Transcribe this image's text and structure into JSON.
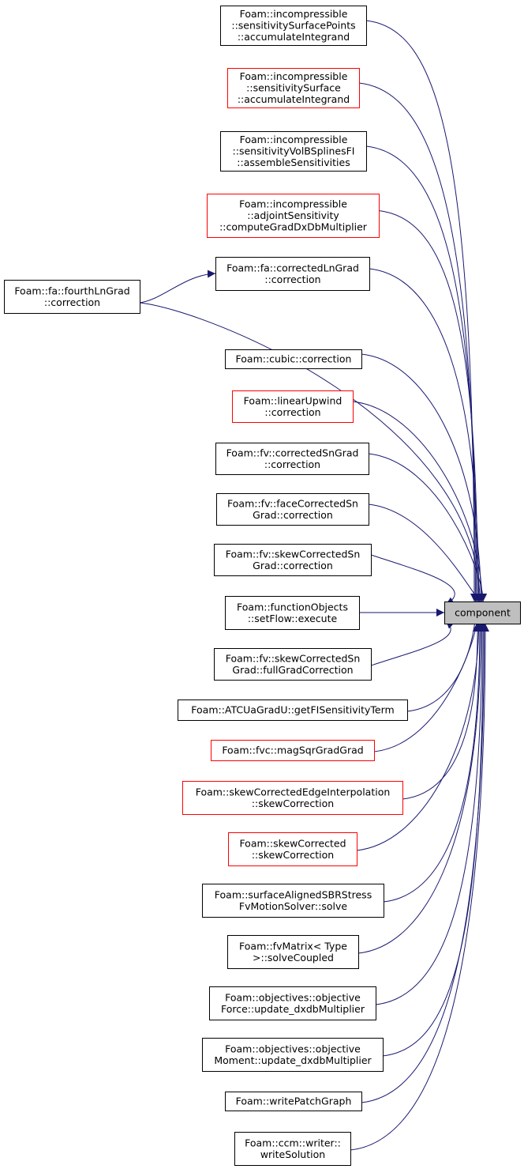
{
  "diagram": {
    "colors": {
      "edge": "#191970",
      "border_normal": "#000000",
      "border_truncated": "#ff0000",
      "target_fill": "#bfbfbf",
      "node_fill": "#ffffff"
    },
    "target": {
      "id": "component",
      "lines": [
        "component"
      ]
    },
    "nodes": [
      {
        "id": "n1",
        "lines": [
          "Foam::incompressible",
          "::sensitivitySurfacePoints",
          "::accumulateIntegrand"
        ],
        "truncated": false
      },
      {
        "id": "n2",
        "lines": [
          "Foam::incompressible",
          "::sensitivitySurface",
          "::accumulateIntegrand"
        ],
        "truncated": true
      },
      {
        "id": "n3",
        "lines": [
          "Foam::incompressible",
          "::sensitivityVolBSplinesFI",
          "::assembleSensitivities"
        ],
        "truncated": false
      },
      {
        "id": "n4",
        "lines": [
          "Foam::incompressible",
          "::adjointSensitivity",
          "::computeGradDxDbMultiplier"
        ],
        "truncated": true
      },
      {
        "id": "n5",
        "lines": [
          "Foam::fa::correctedLnGrad",
          "::correction"
        ],
        "truncated": false
      },
      {
        "id": "n6",
        "lines": [
          "Foam::fa::fourthLnGrad",
          "::correction"
        ],
        "truncated": false
      },
      {
        "id": "n7",
        "lines": [
          "Foam::cubic::correction"
        ],
        "truncated": false
      },
      {
        "id": "n8",
        "lines": [
          "Foam::linearUpwind",
          "::correction"
        ],
        "truncated": true
      },
      {
        "id": "n9",
        "lines": [
          "Foam::fv::correctedSnGrad",
          "::correction"
        ],
        "truncated": false
      },
      {
        "id": "n10",
        "lines": [
          "Foam::fv::faceCorrectedSn",
          "Grad::correction"
        ],
        "truncated": false
      },
      {
        "id": "n11",
        "lines": [
          "Foam::fv::skewCorrectedSn",
          "Grad::correction"
        ],
        "truncated": false
      },
      {
        "id": "n12",
        "lines": [
          "Foam::functionObjects",
          "::setFlow::execute"
        ],
        "truncated": false
      },
      {
        "id": "n13",
        "lines": [
          "Foam::fv::skewCorrectedSn",
          "Grad::fullGradCorrection"
        ],
        "truncated": false
      },
      {
        "id": "n14",
        "lines": [
          "Foam::ATCUaGradU::getFISensitivityTerm"
        ],
        "truncated": false
      },
      {
        "id": "n15",
        "lines": [
          "Foam::fvc::magSqrGradGrad"
        ],
        "truncated": true
      },
      {
        "id": "n16",
        "lines": [
          "Foam::skewCorrectedEdgeInterpolation",
          "::skewCorrection"
        ],
        "truncated": true
      },
      {
        "id": "n17",
        "lines": [
          "Foam::skewCorrected",
          "::skewCorrection"
        ],
        "truncated": true
      },
      {
        "id": "n18",
        "lines": [
          "Foam::surfaceAlignedSBRStress",
          "FvMotionSolver::solve"
        ],
        "truncated": false
      },
      {
        "id": "n19",
        "lines": [
          "Foam::fvMatrix< Type",
          " >::solveCoupled"
        ],
        "truncated": false
      },
      {
        "id": "n20",
        "lines": [
          "Foam::objectives::objective",
          "Force::update_dxdbMultiplier"
        ],
        "truncated": false
      },
      {
        "id": "n21",
        "lines": [
          "Foam::objectives::objective",
          "Moment::update_dxdbMultiplier"
        ],
        "truncated": false
      },
      {
        "id": "n22",
        "lines": [
          "Foam::writePatchGraph"
        ],
        "truncated": false
      },
      {
        "id": "n23",
        "lines": [
          "Foam::ccm::writer::",
          "writeSolution"
        ],
        "truncated": false
      }
    ],
    "edges": [
      [
        "n1",
        "component"
      ],
      [
        "n2",
        "component"
      ],
      [
        "n3",
        "component"
      ],
      [
        "n4",
        "component"
      ],
      [
        "n5",
        "component"
      ],
      [
        "n6",
        "component"
      ],
      [
        "n6",
        "n5"
      ],
      [
        "n7",
        "component"
      ],
      [
        "n8",
        "component"
      ],
      [
        "n9",
        "component"
      ],
      [
        "n10",
        "component"
      ],
      [
        "n11",
        "component"
      ],
      [
        "n12",
        "component"
      ],
      [
        "n13",
        "component"
      ],
      [
        "n14",
        "component"
      ],
      [
        "n15",
        "component"
      ],
      [
        "n16",
        "component"
      ],
      [
        "n17",
        "component"
      ],
      [
        "n18",
        "component"
      ],
      [
        "n19",
        "component"
      ],
      [
        "n20",
        "component"
      ],
      [
        "n21",
        "component"
      ],
      [
        "n22",
        "component"
      ],
      [
        "n23",
        "component"
      ]
    ]
  }
}
